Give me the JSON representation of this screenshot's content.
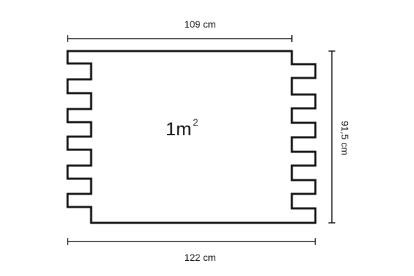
{
  "diagram": {
    "top_width_label": "109 cm",
    "bottom_width_label": "122 cm",
    "height_label": "91,5 cm",
    "area_label": "1m",
    "area_exponent": "2",
    "line_color": "#111111"
  }
}
